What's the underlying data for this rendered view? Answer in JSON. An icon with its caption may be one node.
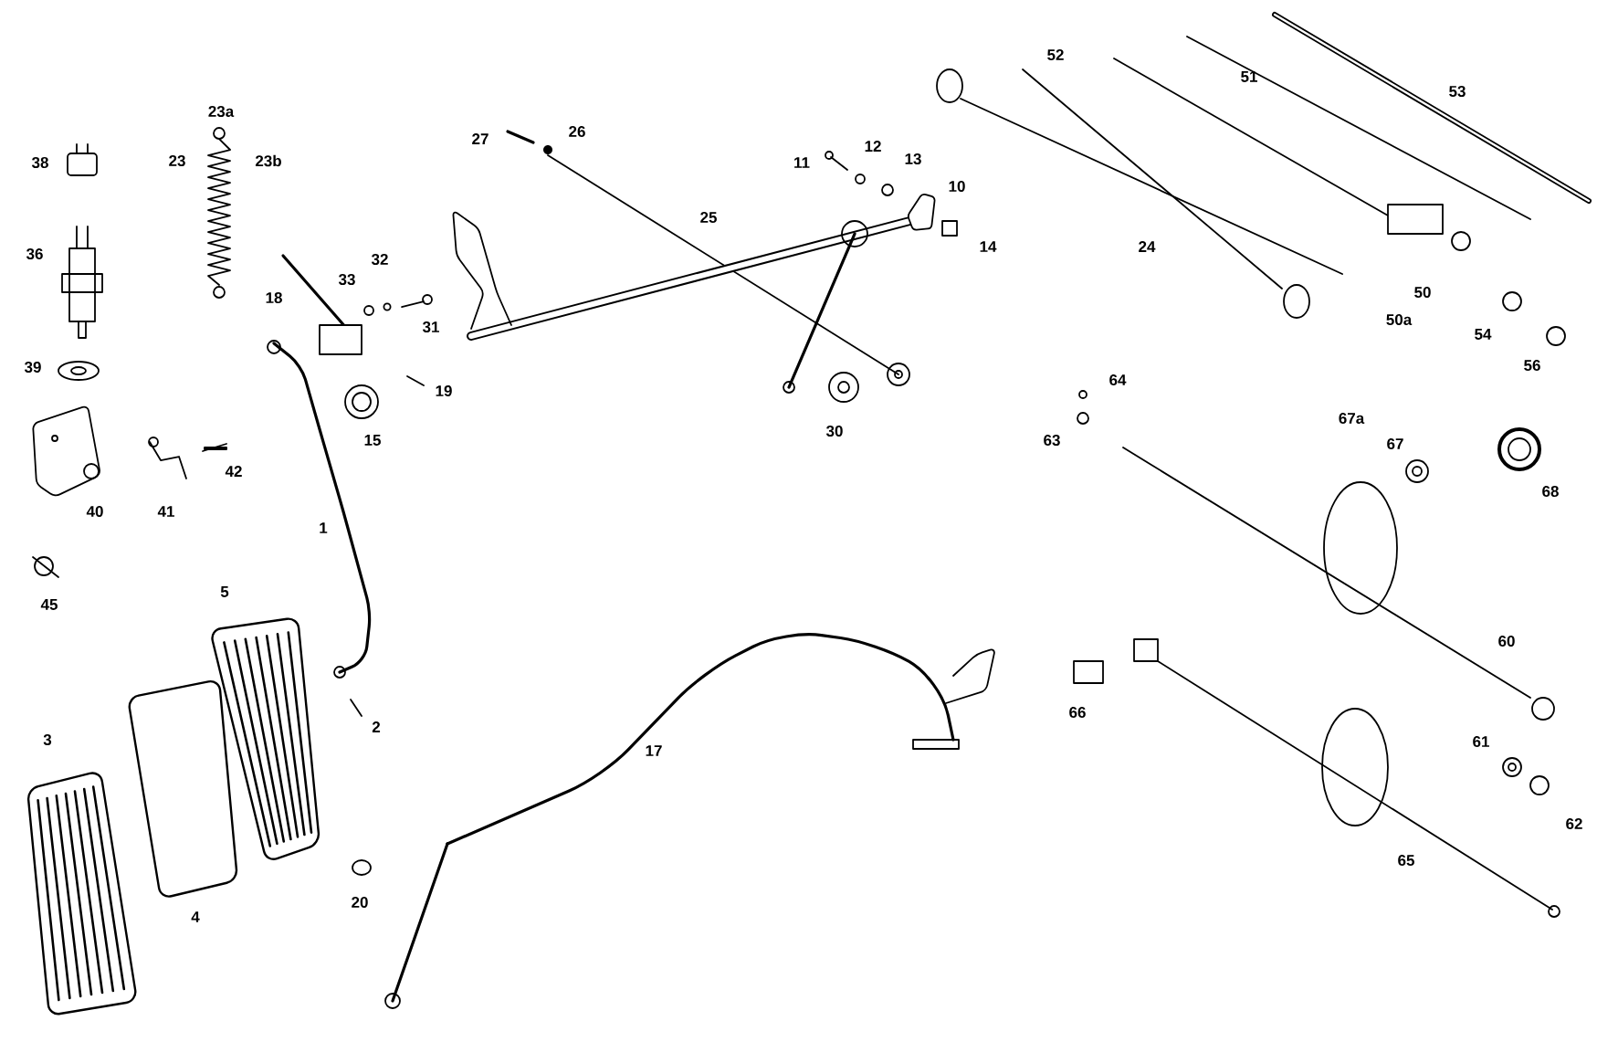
{
  "diagram": {
    "labels": [
      "52",
      "51",
      "53",
      "38",
      "23",
      "23a",
      "23b",
      "27",
      "26",
      "11",
      "12",
      "13",
      "10",
      "36",
      "18",
      "33",
      "32",
      "31",
      "25",
      "14",
      "24",
      "50a",
      "50",
      "54",
      "39",
      "15",
      "19",
      "30",
      "63",
      "64",
      "67a",
      "67",
      "56",
      "40",
      "41",
      "42",
      "1",
      "68",
      "45",
      "5",
      "60",
      "3",
      "2",
      "17",
      "66",
      "61",
      "65",
      "62",
      "4",
      "20"
    ]
  }
}
